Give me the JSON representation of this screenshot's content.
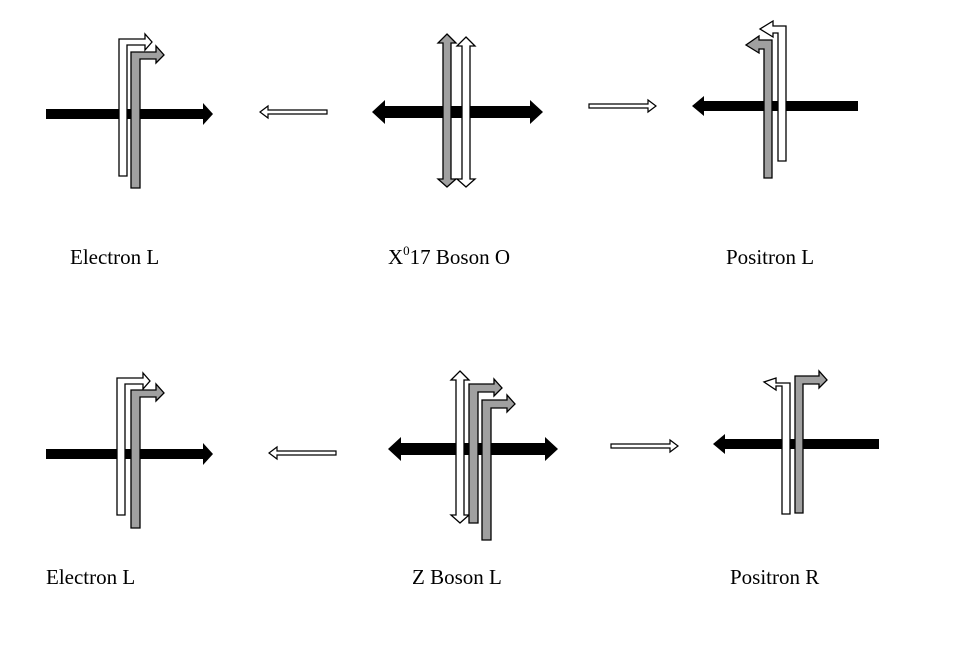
{
  "colors": {
    "momentum": "#000000",
    "spin_white": "#ffffff",
    "spin_gray": "#a0a0a0",
    "outline": "#000000"
  },
  "top_row": {
    "left_label": "Electron L",
    "center_label_prefix": "X",
    "center_label_sup": "0",
    "center_label_suffix": "17 Boson O",
    "right_label": "Positron L"
  },
  "bottom_row": {
    "left_label": "Electron L",
    "center_label": "Z Boson L",
    "right_label": "Positron R"
  }
}
